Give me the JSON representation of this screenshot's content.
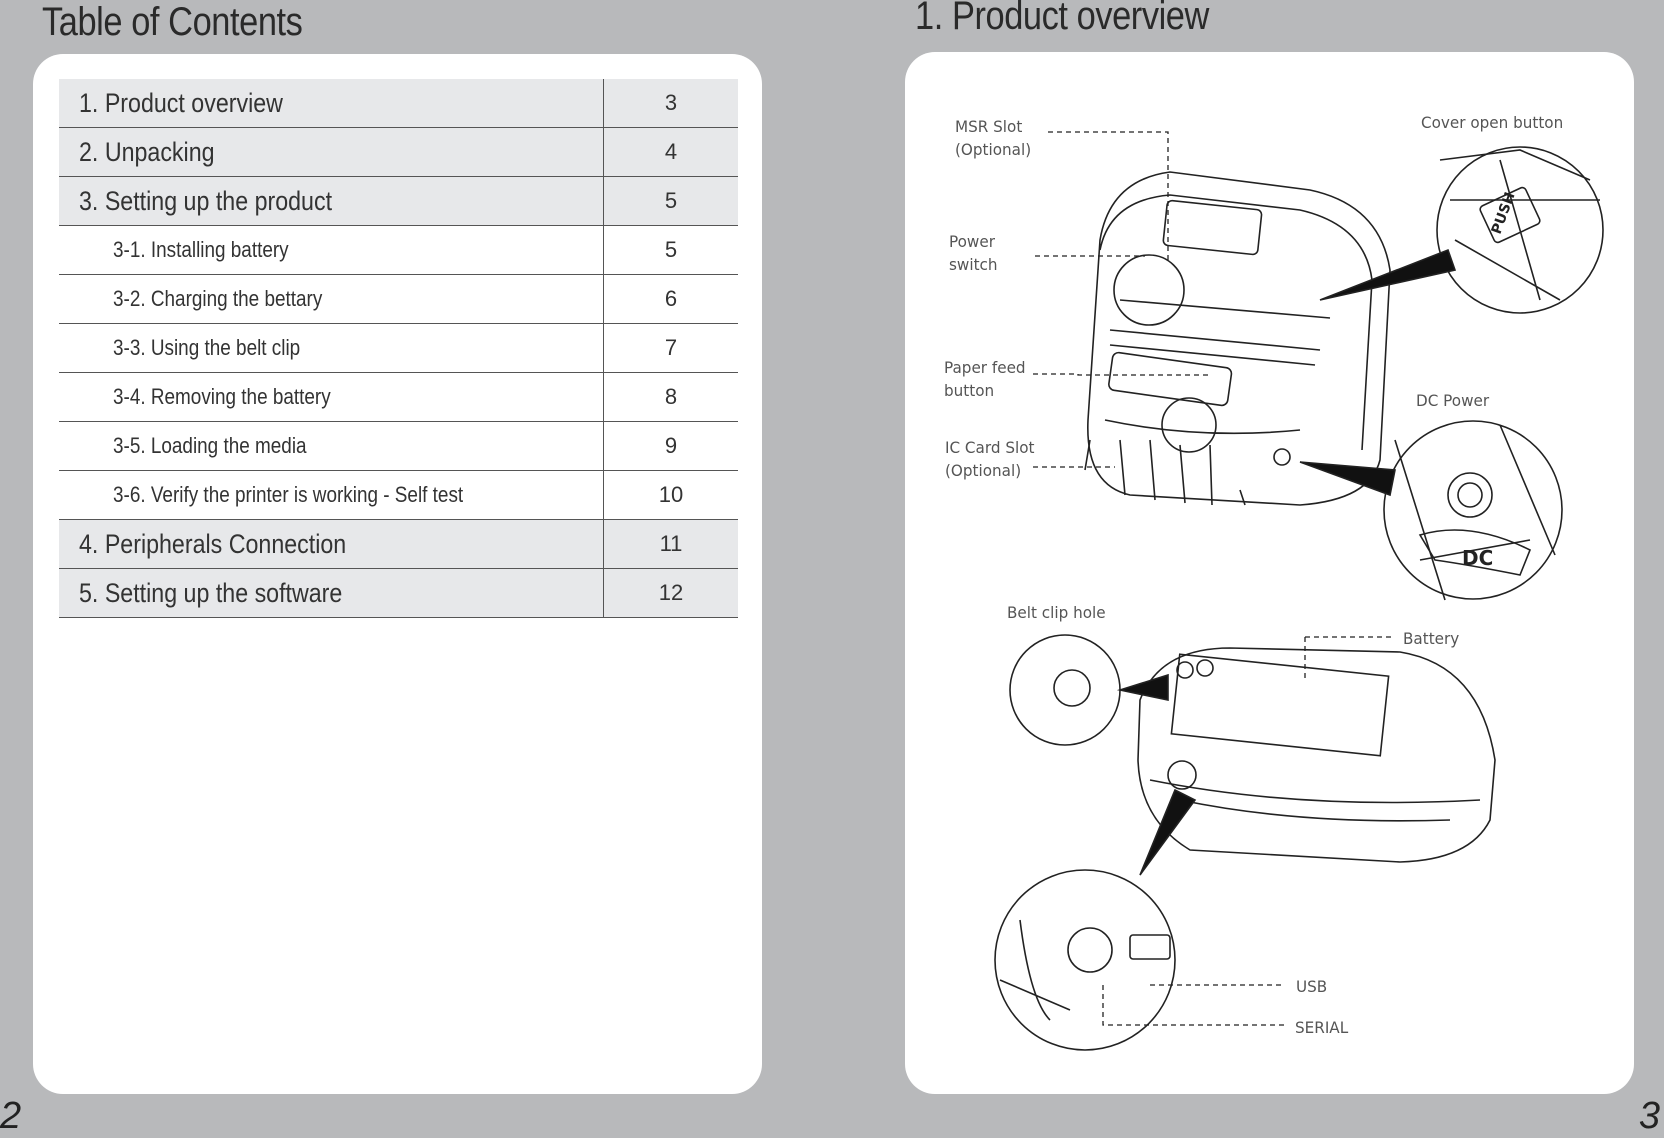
{
  "left_page": {
    "title": "Table of Contents",
    "page_number": "2",
    "toc": [
      {
        "label": "1.  Product overview",
        "page": "3",
        "level": "main"
      },
      {
        "label": "2.  Unpacking",
        "page": "4",
        "level": "main"
      },
      {
        "label": "3.  Setting up the product",
        "page": "5",
        "level": "main"
      },
      {
        "label": "3-1. Installing battery",
        "page": "5",
        "level": "sub"
      },
      {
        "label": "3-2. Charging the bettary",
        "page": "6",
        "level": "sub"
      },
      {
        "label": "3-3. Using the belt clip",
        "page": "7",
        "level": "sub"
      },
      {
        "label": "3-4. Removing the battery",
        "page": "8",
        "level": "sub"
      },
      {
        "label": "3-5. Loading the media",
        "page": "9",
        "level": "sub"
      },
      {
        "label": "3-6. Verify the printer is working - Self test",
        "page": "10",
        "level": "sub"
      },
      {
        "label": "4.  Peripherals Connection",
        "page": "11",
        "level": "main"
      },
      {
        "label": "5.  Setting up the software",
        "page": "12",
        "level": "main"
      }
    ]
  },
  "right_page": {
    "title": "1. Product overview",
    "page_number": "3",
    "callouts": {
      "msr_slot": "MSR Slot\n(Optional)",
      "cover_open_button": "Cover open button",
      "power_switch": "Power\nswitch",
      "paper_feed_button": "Paper feed\nbutton",
      "dc_power": "DC Power",
      "ic_card_slot": "IC Card Slot\n(Optional)",
      "belt_clip_hole": "Belt clip hole",
      "battery": "Battery",
      "usb": "USB",
      "serial": "SERIAL"
    },
    "figure_text": {
      "push": "PUSH",
      "dc": "DC"
    }
  }
}
